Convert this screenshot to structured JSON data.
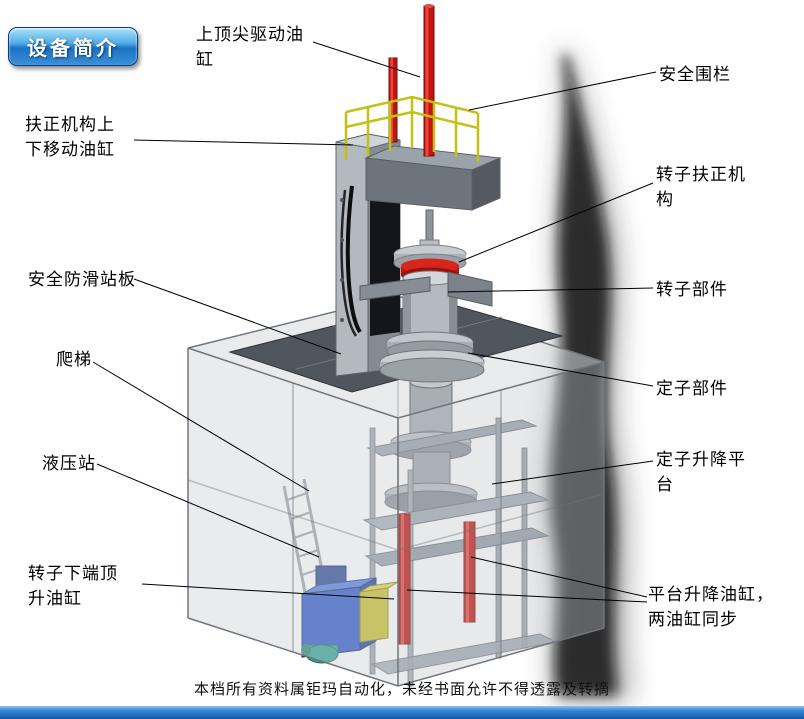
{
  "page": {
    "title_badge": "设备简介",
    "footer_text": "本档所有资料属钜玛自动化，未经书面允许不得透露及转摘"
  },
  "colors": {
    "badge_blue": "#1a72c4",
    "bottom_bar_blue": "#2274c8",
    "cylinder_red": "#c21410",
    "railing_yellow": "#c2c215",
    "hydraulic_blue": "#2551c8",
    "machine_gray": "#9aa1a8",
    "leader_line": "#000000"
  },
  "labels": [
    {
      "id": "top-spindle-drive-cylinder",
      "text": "上顶尖驱动油\n缸"
    },
    {
      "id": "safety-fence",
      "text": "安全围栏"
    },
    {
      "id": "centering-mechanism-cylinder",
      "text": "扶正机构上\n下移动油缸"
    },
    {
      "id": "rotor-centering-mechanism",
      "text": "转子扶正机\n构"
    },
    {
      "id": "anti-slip-platform",
      "text": "安全防滑站板"
    },
    {
      "id": "rotor-component",
      "text": "转子部件"
    },
    {
      "id": "ladder",
      "text": "爬梯"
    },
    {
      "id": "stator-component",
      "text": "定子部件"
    },
    {
      "id": "hydraulic-station",
      "text": "液压站"
    },
    {
      "id": "stator-lift-platform",
      "text": "定子升降平\n台"
    },
    {
      "id": "rotor-bottom-jack-cylinder",
      "text": "转子下端顶\n升油缸"
    },
    {
      "id": "platform-lift-cylinders",
      "text": "平台升降油缸，\n两油缸同步"
    }
  ]
}
